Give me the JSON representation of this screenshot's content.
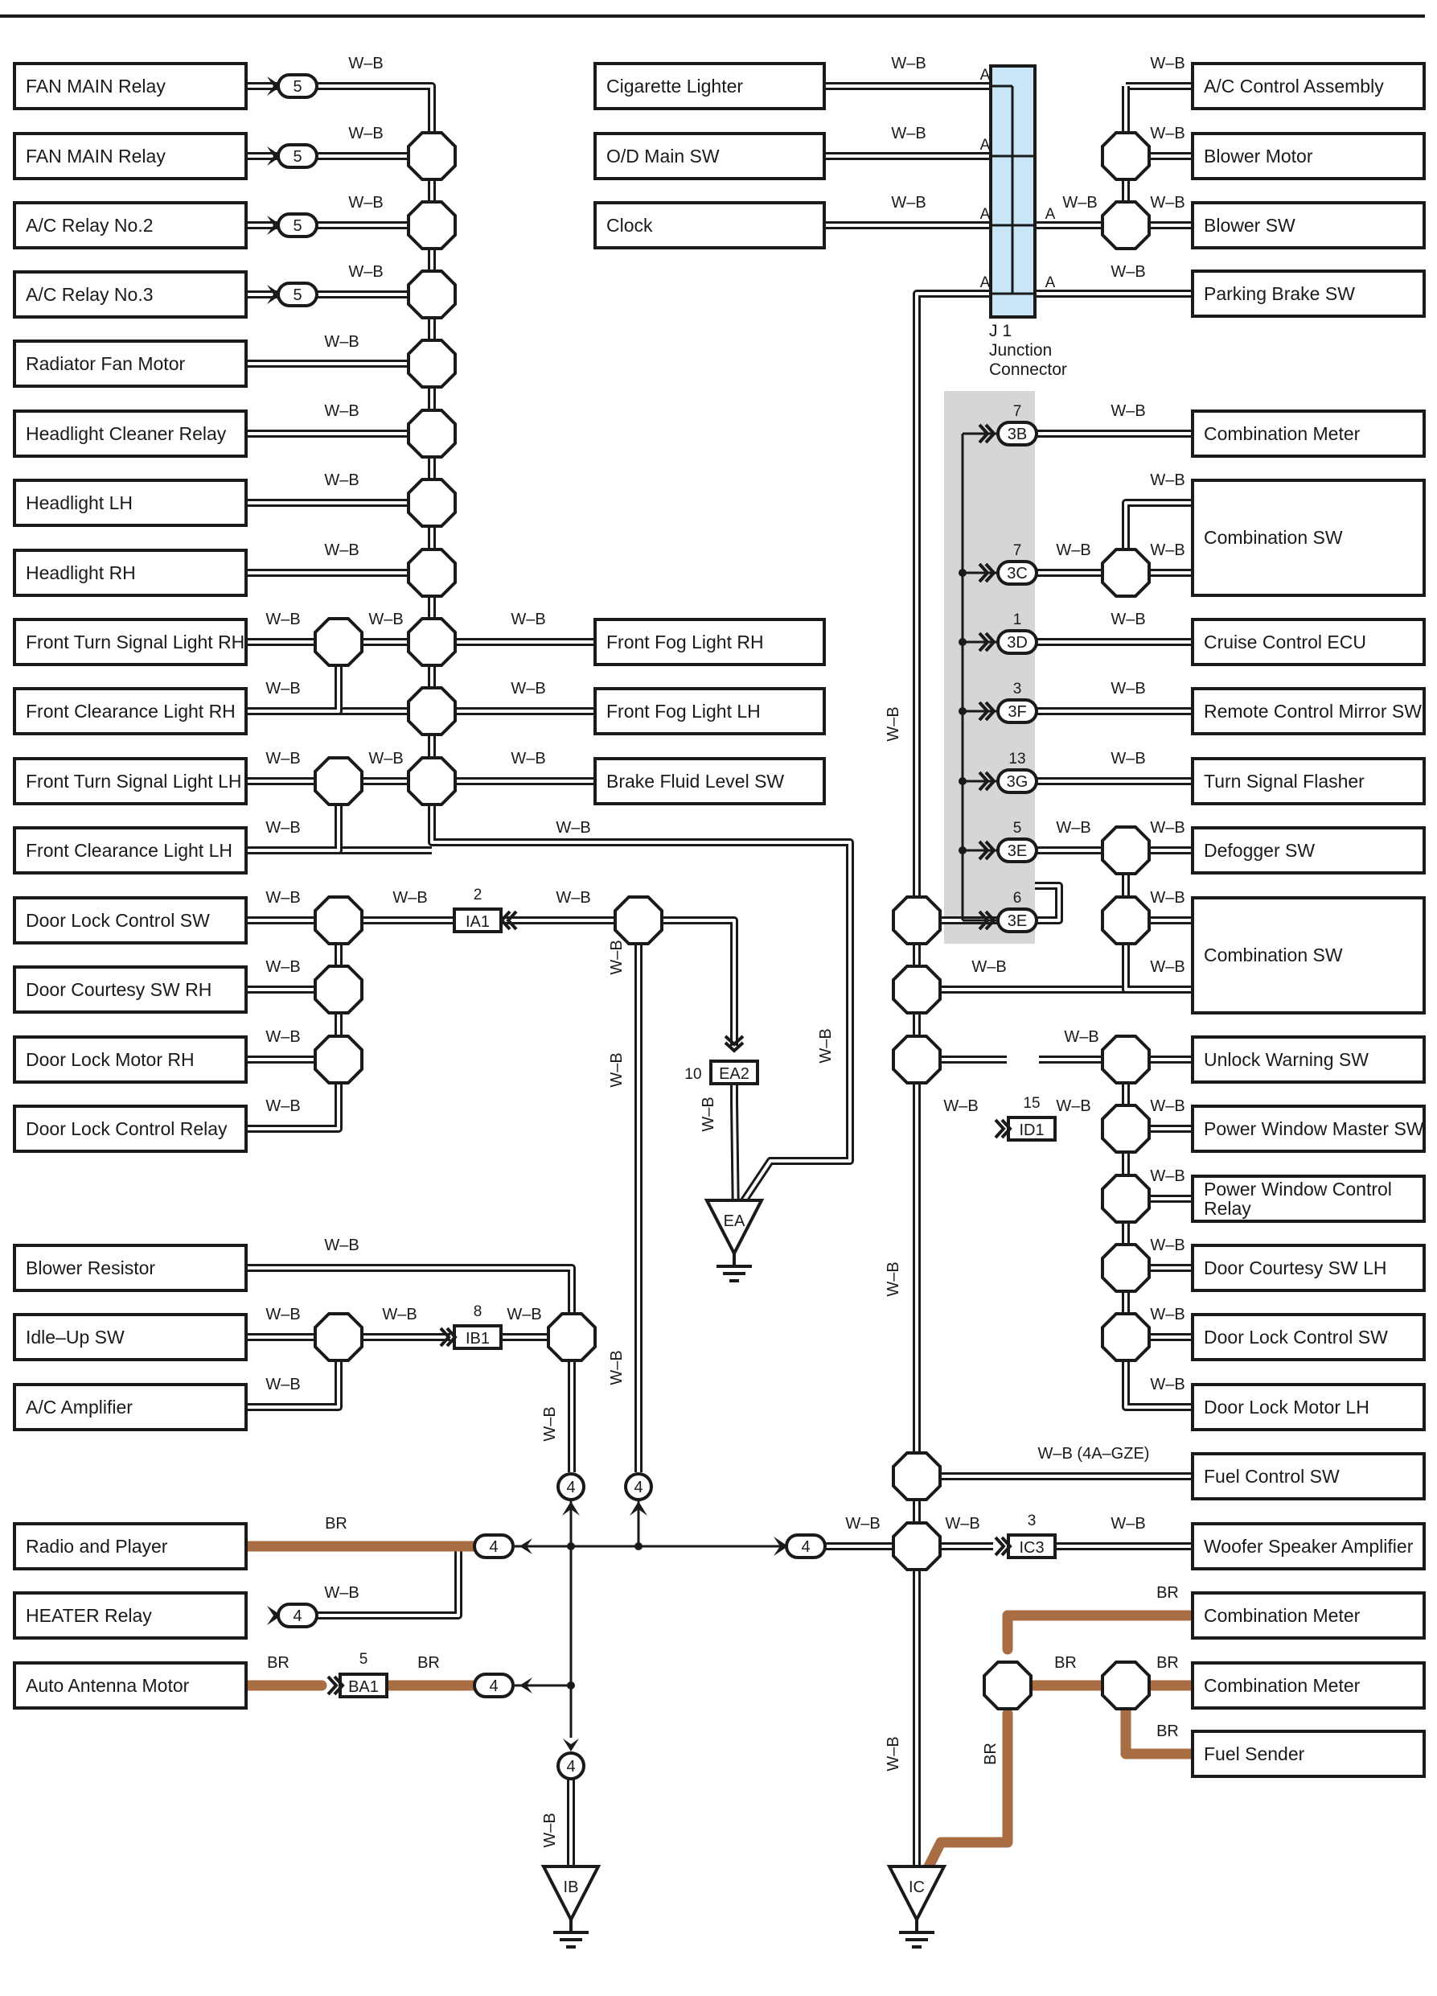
{
  "header": {
    "title": ""
  },
  "wire_colors": {
    "wb_outer": "#1a1a1a",
    "wb_inner": "#ffffff",
    "br": "#a86d43",
    "junction_fill": "#c8e6f7",
    "shade": "#d6d6d6"
  },
  "labels": {
    "wb": "W–B",
    "br": "BR",
    "wb_4agze": "W–B (4A–GZE)",
    "j1_id": "J 1",
    "j1_line1": "Junction",
    "j1_line2": "Connector",
    "pin_a": "A"
  },
  "left_components": [
    "FAN MAIN Relay",
    "FAN MAIN Relay",
    "A/C Relay No.2",
    "A/C Relay No.3",
    "Radiator Fan Motor",
    "Headlight Cleaner Relay",
    "Headlight LH",
    "Headlight RH",
    "Front Turn Signal Light RH",
    "Front Clearance Light RH",
    "Front Turn Signal Light LH",
    "Front Clearance Light LH",
    "Door Lock Control SW",
    "Door Courtesy SW RH",
    "Door Lock Motor RH",
    "Door Lock Control Relay",
    "Blower Resistor",
    "Idle–Up SW",
    "A/C Amplifier",
    "Radio and Player",
    "HEATER Relay",
    "Auto Antenna Motor"
  ],
  "middle_components": [
    "Cigarette Lighter",
    "O/D Main SW",
    "Clock",
    "Front Fog Light RH",
    "Front Fog Light LH",
    "Brake Fluid Level SW"
  ],
  "right_components": [
    "A/C Control Assembly",
    "Blower Motor",
    "Blower SW",
    "Parking Brake SW",
    "Combination Meter",
    "Combination SW",
    "Cruise Control ECU",
    "Remote Control Mirror SW",
    "Turn Signal Flasher",
    "Defogger SW",
    "Combination SW",
    "Unlock Warning SW",
    "Power Window Master SW",
    "Power Window Control Relay",
    "Door Courtesy SW LH",
    "Door Lock Control SW",
    "Door Lock Motor LH",
    "Fuel Control SW",
    "Woofer Speaker Amplifier",
    "Combination Meter",
    "Combination Meter",
    "Fuel Sender"
  ],
  "connectors": {
    "c5": "5",
    "c4": "4",
    "ia1": "IA1",
    "ia1_pin": "2",
    "ea2": "EA2",
    "ea2_pin": "10",
    "ib1": "IB1",
    "ib1_pin": "8",
    "ba1": "BA1",
    "ba1_pin": "5",
    "id1": "ID1",
    "id1_pin": "15",
    "ic3": "IC3",
    "ic3_pin": "3",
    "j3": [
      {
        "id": "3B",
        "pin": "7"
      },
      {
        "id": "3C",
        "pin": "7"
      },
      {
        "id": "3D",
        "pin": "1"
      },
      {
        "id": "3F",
        "pin": "3"
      },
      {
        "id": "3G",
        "pin": "13"
      },
      {
        "id": "3E",
        "pin": "5"
      },
      {
        "id": "3E",
        "pin": "6"
      }
    ]
  },
  "grounds": {
    "ea": "EA",
    "ib": "IB",
    "ic": "IC"
  }
}
